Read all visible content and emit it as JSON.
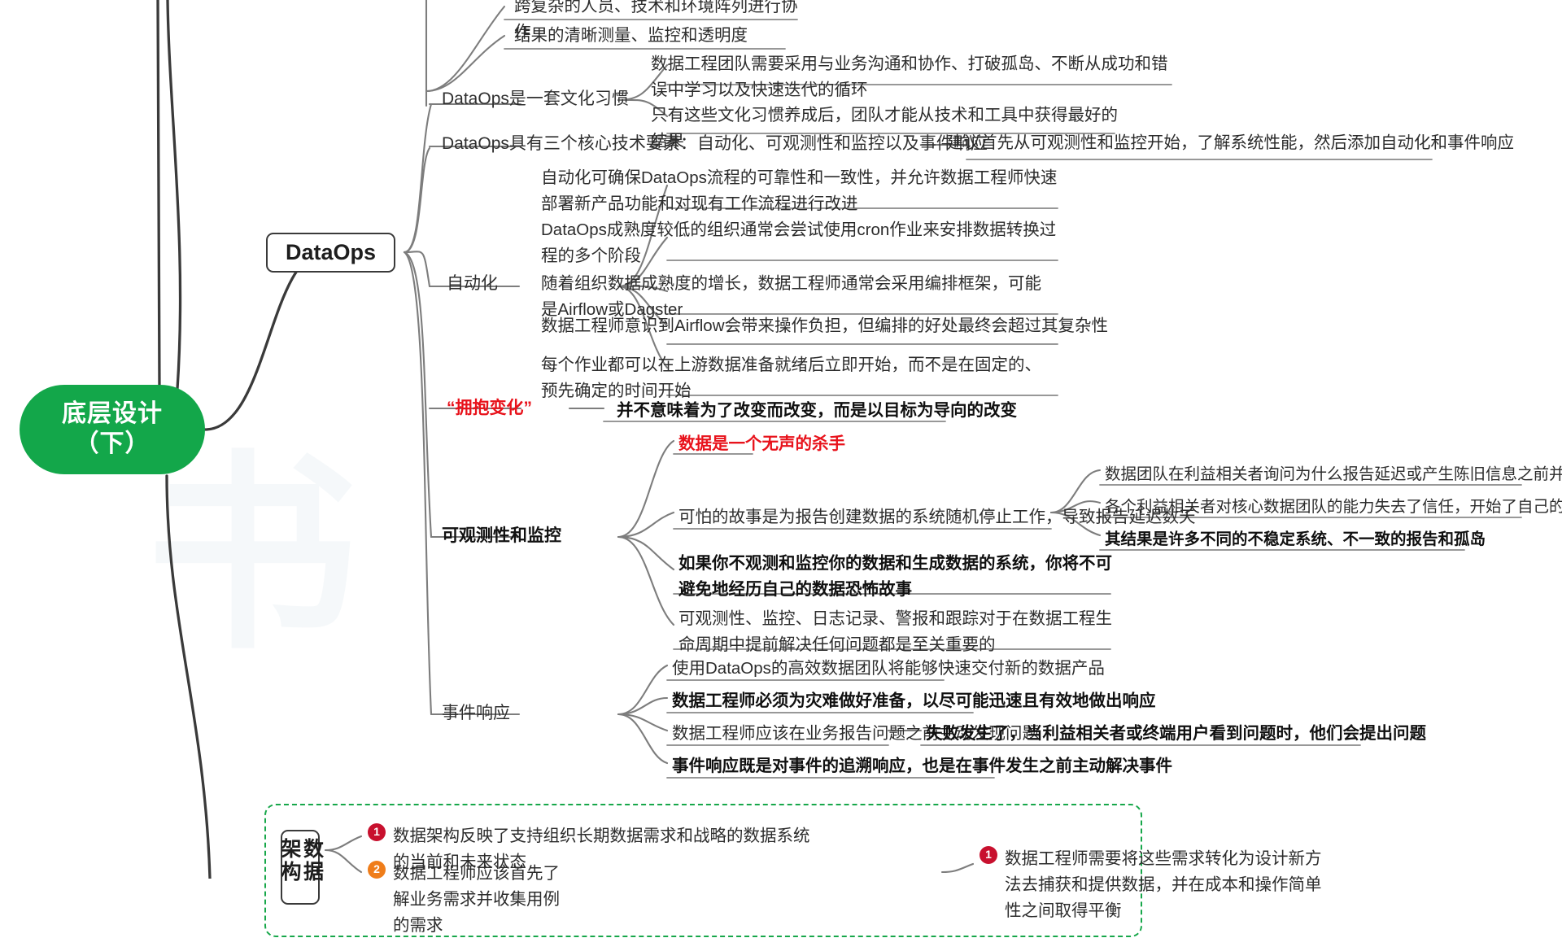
{
  "root": {
    "label": "底层设计\n（下）",
    "line1": "底层设计",
    "line2": "（下）",
    "color": "#13a74a"
  },
  "main_branch": {
    "label": "DataOps"
  },
  "colors": {
    "green": "#13a74a",
    "red": "#e8121b",
    "badge_red": "#c8102e",
    "badge_orange": "#ef7d1a",
    "wire": "#8a8a8a",
    "dark_wire": "#3a3a3a"
  },
  "top_orphans": [
    {
      "text": "跨复杂的人员、技术和环境阵列进行协作"
    },
    {
      "text": "结果的清晰测量、监控和透明度"
    }
  ],
  "branches": {
    "culture": {
      "label": "DataOps是一套文化习惯",
      "children": [
        {
          "text": "数据工程团队需要采用与业务沟通和协作、打破孤岛、不断从成功和错误中学习以及快速迭代的循环"
        },
        {
          "text": "只有这些文化习惯养成后，团队才能从技术和工具中获得最好的结果"
        }
      ]
    },
    "three_elements": {
      "label": "DataOps具有三个核心技术要素：自动化、可观测性和监控以及事件响应",
      "children": [
        {
          "text": "建议首先从可观测性和监控开始，了解系统性能，然后添加自动化和事件响应"
        }
      ]
    },
    "automation": {
      "label": "自动化",
      "children": [
        {
          "text": "自动化可确保DataOps流程的可靠性和一致性，并允许数据工程师快速部署新产品功能和对现有工作流程进行改进"
        },
        {
          "text": "DataOps成熟度较低的组织通常会尝试使用cron作业来安排数据转换过程的多个阶段"
        },
        {
          "text": "随着组织数据成熟度的增长，数据工程师通常会采用编排框架，可能是Airflow或Dagster"
        },
        {
          "text": "数据工程师意识到Airflow会带来操作负担，但编排的好处最终会超过其复杂性"
        },
        {
          "text": "每个作业都可以在上游数据准备就绪后立即开始，而不是在固定的、预先确定的时间开始"
        }
      ]
    },
    "embrace_change": {
      "label": "“拥抱变化”",
      "label_style": "red",
      "children": [
        {
          "text": "并不意味着为了改变而改变，而是以目标为导向的改变",
          "style": "bold"
        }
      ]
    },
    "observability": {
      "label": "可观测性和监控",
      "label_style": "bold",
      "children": [
        {
          "text": "数据是一个无声的杀手",
          "style": "red"
        },
        {
          "text": "可怕的故事是为报告创建数据的系统随机停止工作，导致报告延迟数天",
          "children": [
            {
              "text": "数据团队在利益相关者询问为什么报告延迟或产生陈旧信息之前并不知情"
            },
            {
              "text": "各个利益相关者对核心数据团队的能力失去了信任，开始了自己的分裂团队"
            },
            {
              "text": "其结果是许多不同的不稳定系统、不一致的报告和孤岛",
              "style": "bold"
            }
          ]
        },
        {
          "text": "如果你不观测和监控你的数据和生成数据的系统，你将不可避免地经历自己的数据恐怖故事",
          "style": "bold"
        },
        {
          "text": "可观测性、监控、日志记录、警报和跟踪对于在数据工程生命周期中提前解决任何问题都是至关重要的"
        }
      ]
    },
    "incident_response": {
      "label": "事件响应",
      "children": [
        {
          "text": "使用DataOps的高效数据团队将能够快速交付新的数据产品"
        },
        {
          "text": "数据工程师必须为灾难做好准备，以尽可能迅速且有效地做出响应",
          "style": "bold"
        },
        {
          "text": "数据工程师应该在业务报告问题之前主动发现问题",
          "children": [
            {
              "text": "失败发生了，当利益相关者或终端用户看到问题时，他们会提出问题",
              "style": "bold"
            }
          ]
        },
        {
          "text": "事件响应既是对事件的追溯响应，也是在事件发生之前主动解决事件",
          "style": "bold"
        }
      ]
    }
  },
  "bottom_group": {
    "node_label": "数据架构",
    "node_line1": "数",
    "node_line2": "据",
    "items": [
      {
        "num": "1",
        "badge": "red",
        "text": "数据架构反映了支持组织长期数据需求和战略的数据系统的当前和未来状态"
      },
      {
        "num": "2",
        "badge": "orange",
        "text": "数据工程师应该首先了解业务需求并收集用例的需求"
      },
      {
        "num": "1",
        "badge": "red",
        "text": "数据工程师需要将这些需求转化为设计新方法去捕获和提供数据，并在成本和操作简单性之间取得平衡"
      }
    ]
  }
}
